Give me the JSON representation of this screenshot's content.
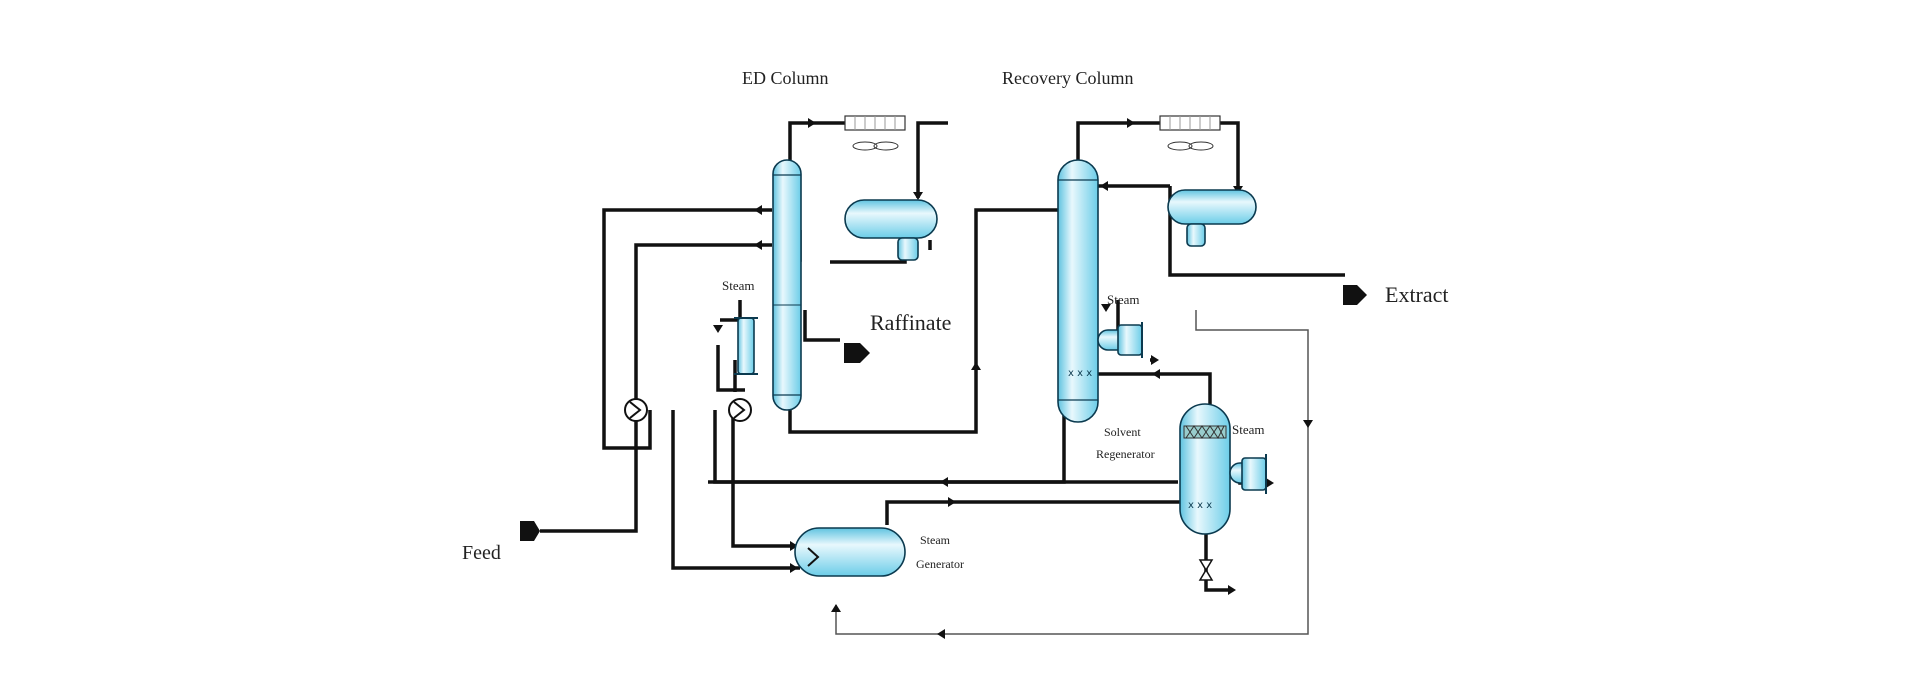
{
  "diagram": {
    "labels": {
      "ed_column": "ED Column",
      "recovery_column": "Recovery Column",
      "feed": "Feed",
      "raffinate": "Raffinate",
      "extract": "Extract",
      "steam_ed": "Steam",
      "steam_recovery": "Steam",
      "steam_regenerator": "Steam",
      "solvent_line1": "Solvent",
      "solvent_line2": "Regenerator",
      "steam_gen_line1": "Steam",
      "steam_gen_line2": "Generator"
    },
    "colors": {
      "vessel_fill": "#7ed3ec",
      "vessel_highlight": "#e8f8fd",
      "pipe": "#111111"
    }
  }
}
